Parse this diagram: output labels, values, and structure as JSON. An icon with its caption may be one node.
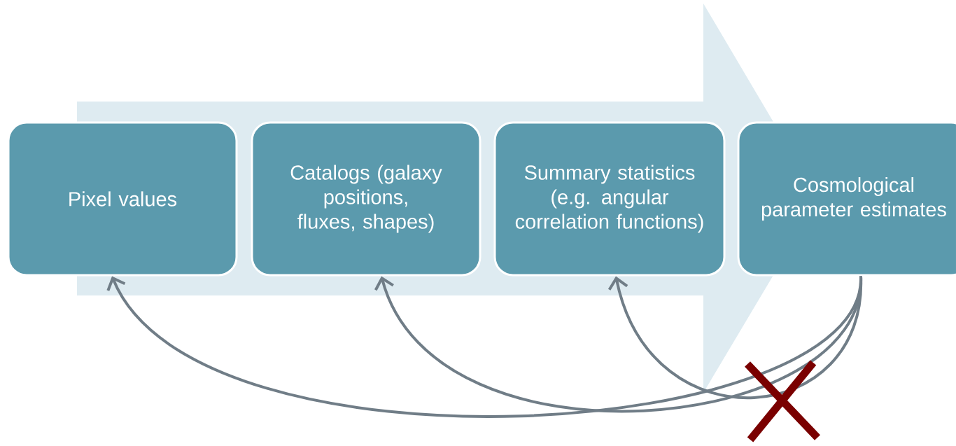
{
  "diagram": {
    "nodes": [
      {
        "text": [
          "Pixel values"
        ]
      },
      {
        "text": [
          "Catalogs (galaxy positions, fluxes, shapes)"
        ]
      },
      {
        "text": [
          "Summary statistics (e.g. angular correlation functions)"
        ]
      },
      {
        "text": [
          "Cosmological parameter estimates"
        ]
      }
    ],
    "edges": [
      {
        "from": 3,
        "to": 2,
        "arrow": "to"
      },
      {
        "from": 3,
        "to": 1,
        "arrow": "to"
      },
      {
        "from": 3,
        "to": 0,
        "arrow": "to"
      },
      {
        "from": 0,
        "to": 3,
        "arrow": "to",
        "color": "#deebf1"
      }
    ]
  }
}
